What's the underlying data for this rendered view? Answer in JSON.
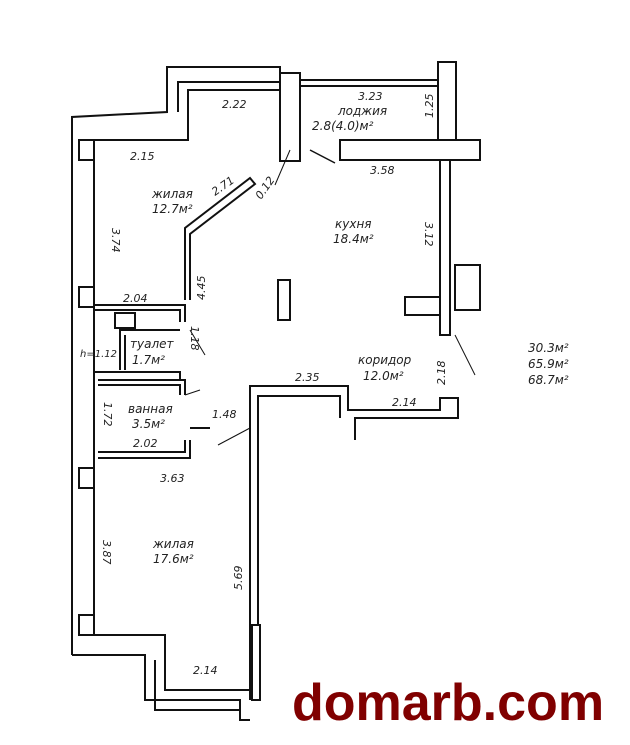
{
  "rooms": [
    {
      "name": "лоджия",
      "area": "2.8(4.0)м²"
    },
    {
      "name": "жилая",
      "area": "12.7м²"
    },
    {
      "name": "кухня",
      "area": "18.4м²"
    },
    {
      "name": "туалет",
      "area": "1.7м²"
    },
    {
      "name": "коридор",
      "area": "12.0м²"
    },
    {
      "name": "ванная",
      "area": "3.5м²"
    },
    {
      "name": "жилая",
      "area": "17.6м²"
    }
  ],
  "dimensions": [
    "2.22",
    "3.23",
    "1.25",
    "2.15",
    "3.58",
    "2.71",
    "0.12",
    "3.74",
    "3.12",
    "4.45",
    "2.04",
    "1.18",
    "h=1.12",
    "2.35",
    "2.18",
    "2.14",
    "1.72",
    "1.48",
    "2.02",
    "3.63",
    "3.87",
    "5.69",
    "2.14"
  ],
  "totals": [
    "30.3м²",
    "65.9м²",
    "68.7м²"
  ],
  "watermark": "domarb.com"
}
